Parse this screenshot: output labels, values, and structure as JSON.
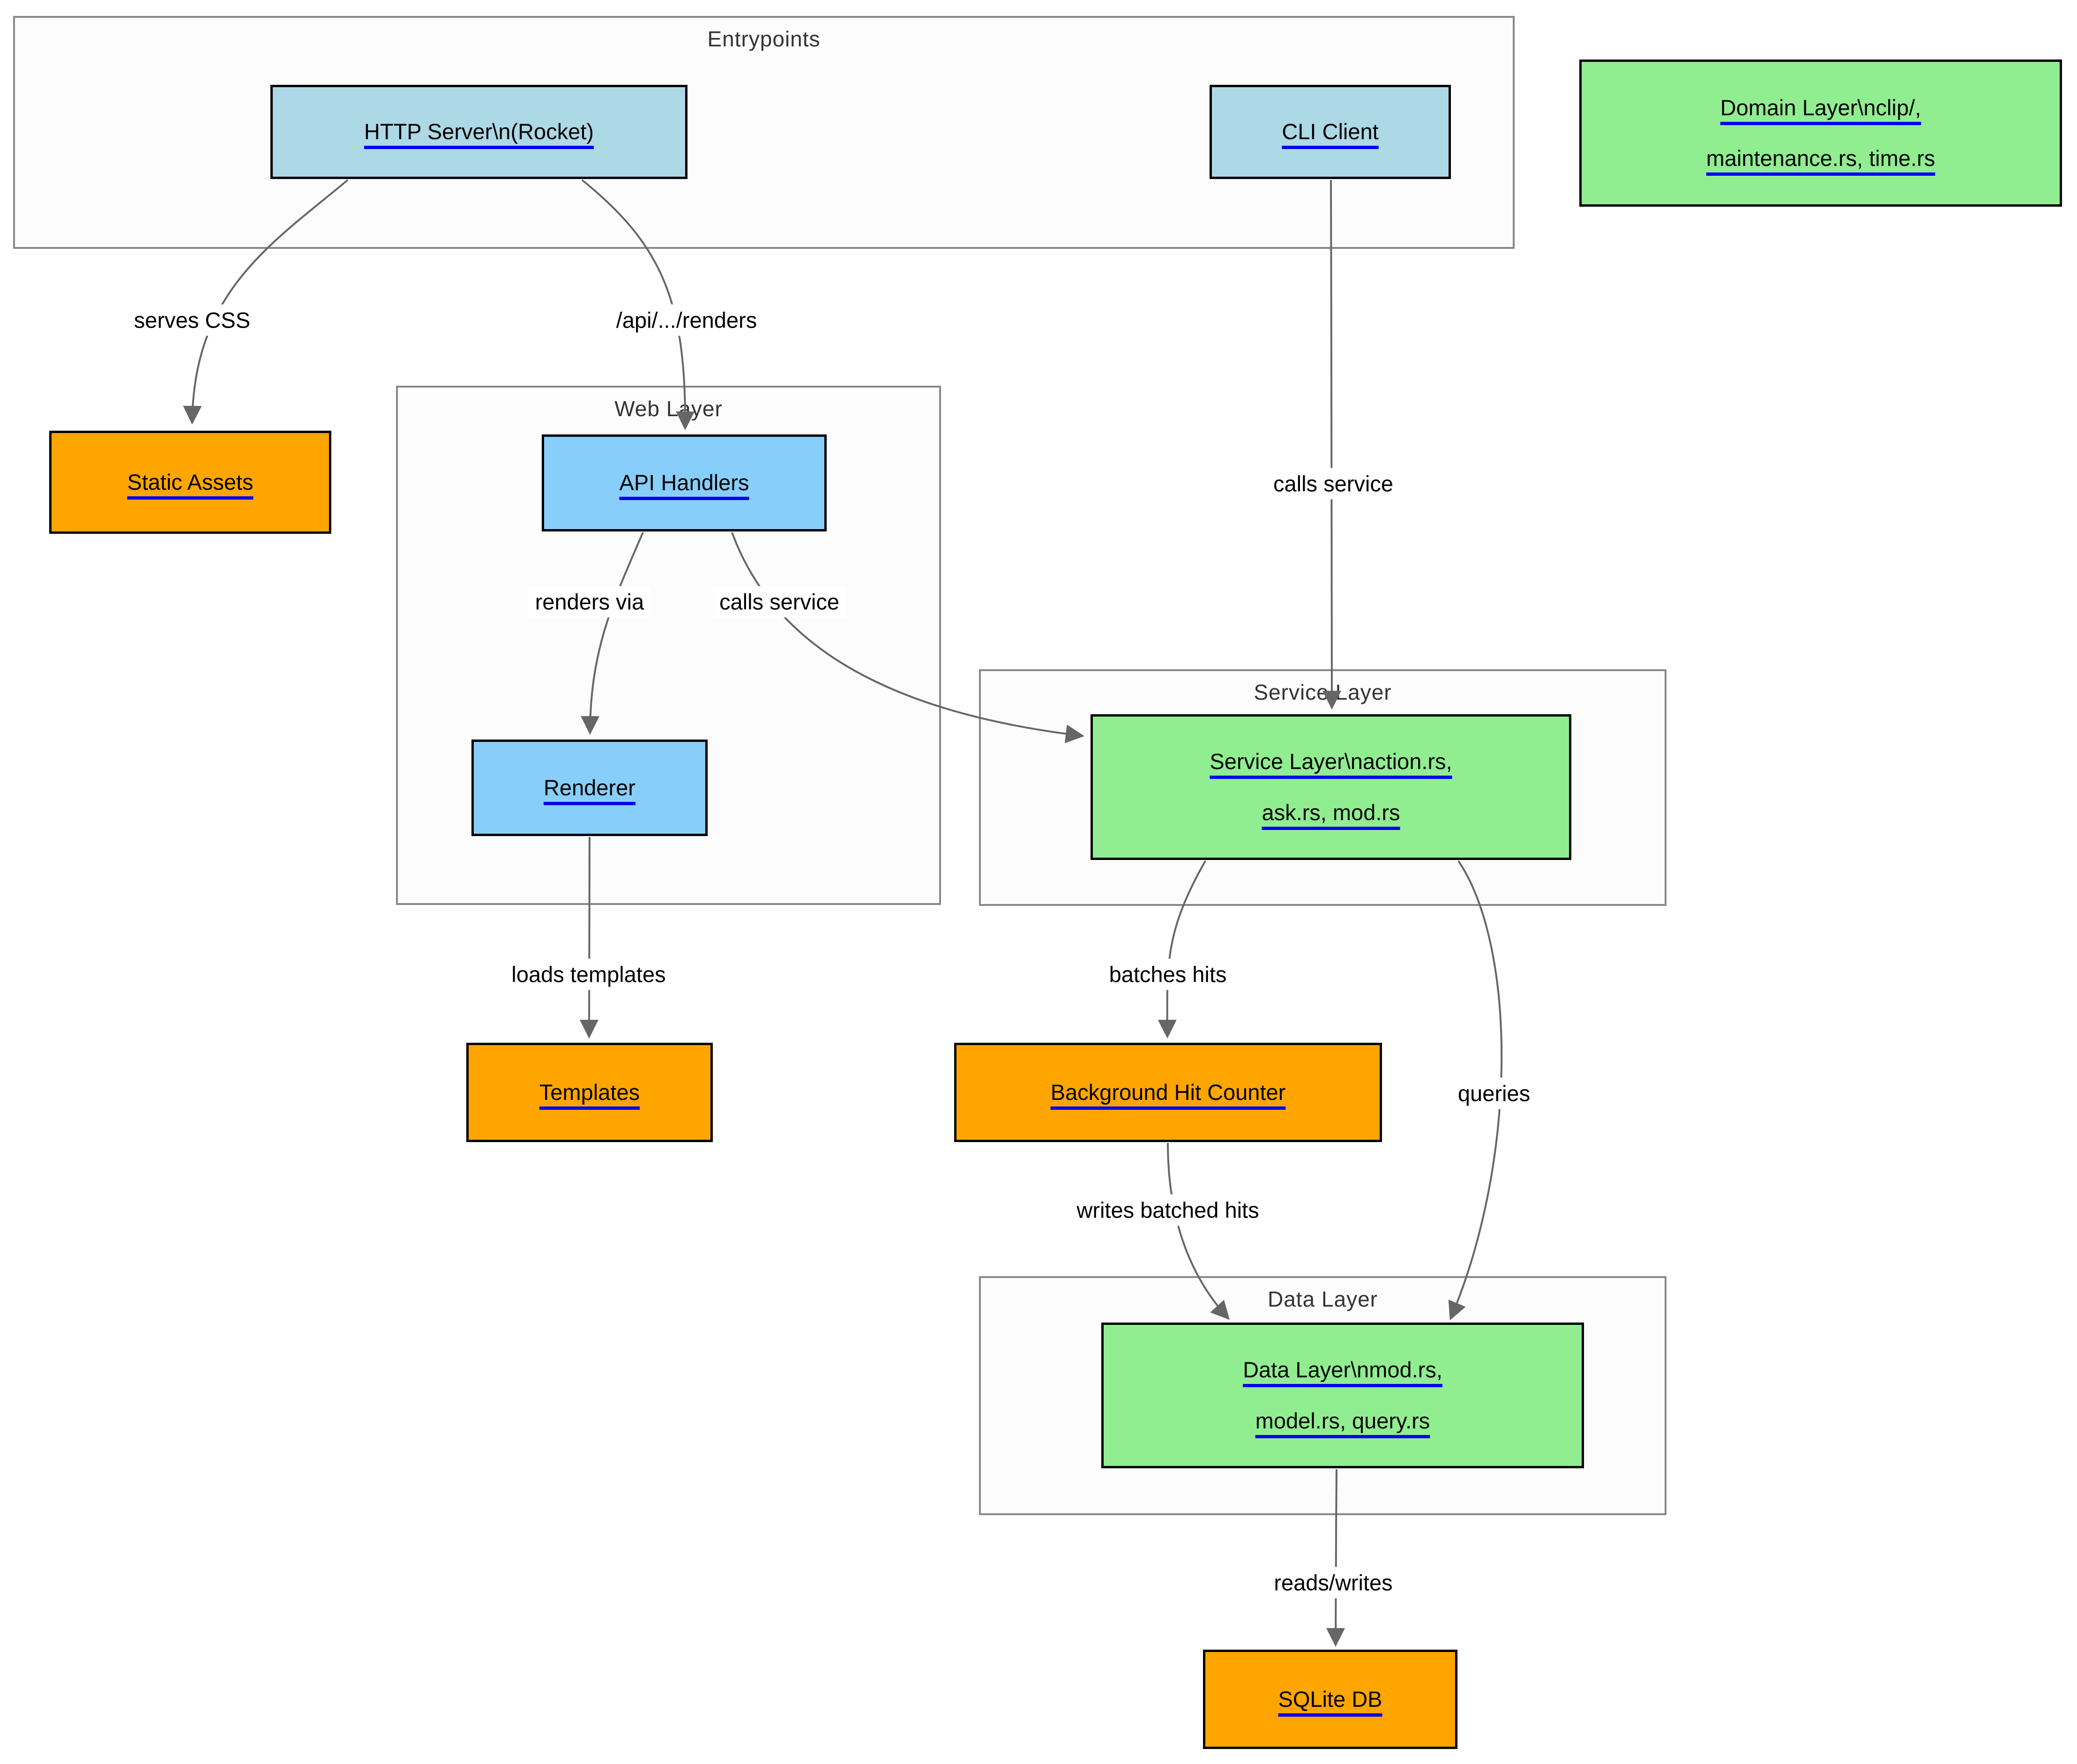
{
  "clusters": {
    "entrypoints": {
      "title": "Entrypoints"
    },
    "web_layer": {
      "title": "Web Layer"
    },
    "service_layer": {
      "title": "Service Layer"
    },
    "data_layer": {
      "title": "Data Layer"
    }
  },
  "nodes": {
    "http_server": {
      "label": "HTTP Server\\n(Rocket)"
    },
    "cli_client": {
      "label": "CLI Client"
    },
    "domain_layer": {
      "line1": "Domain Layer\\nclip/,",
      "line2": "maintenance.rs, time.rs"
    },
    "static_assets": {
      "label": "Static Assets"
    },
    "api_handlers": {
      "label": "API Handlers"
    },
    "renderer": {
      "label": "Renderer"
    },
    "service_layer_files": {
      "line1": "Service Layer\\naction.rs,",
      "line2": "ask.rs, mod.rs"
    },
    "templates": {
      "label": "Templates"
    },
    "background_hit_counter": {
      "label": "Background Hit Counter"
    },
    "data_layer_files": {
      "line1": "Data Layer\\nmod.rs,",
      "line2": "model.rs, query.rs"
    },
    "sqlite_db": {
      "label": "SQLite DB"
    }
  },
  "edges": {
    "serves_css": {
      "label": "serves CSS"
    },
    "api_renders": {
      "label": "/api/.../renders"
    },
    "cli_calls_service": {
      "label": "calls service"
    },
    "renders_via": {
      "label": "renders via"
    },
    "api_calls_service": {
      "label": "calls service"
    },
    "loads_templates": {
      "label": "loads templates"
    },
    "batches_hits": {
      "label": "batches hits"
    },
    "queries": {
      "label": "queries"
    },
    "writes_batched_hits": {
      "label": "writes batched hits"
    },
    "reads_writes": {
      "label": "reads/writes"
    }
  },
  "colors": {
    "entry_node": "#add8e6",
    "web_node": "#87cefa",
    "service_node": "#90ee90",
    "storage_node": "#ffa500",
    "cluster_fill": "#fcfcfc",
    "cluster_border": "#888888",
    "edge": "#666666",
    "link_underline": "#0000ee"
  }
}
